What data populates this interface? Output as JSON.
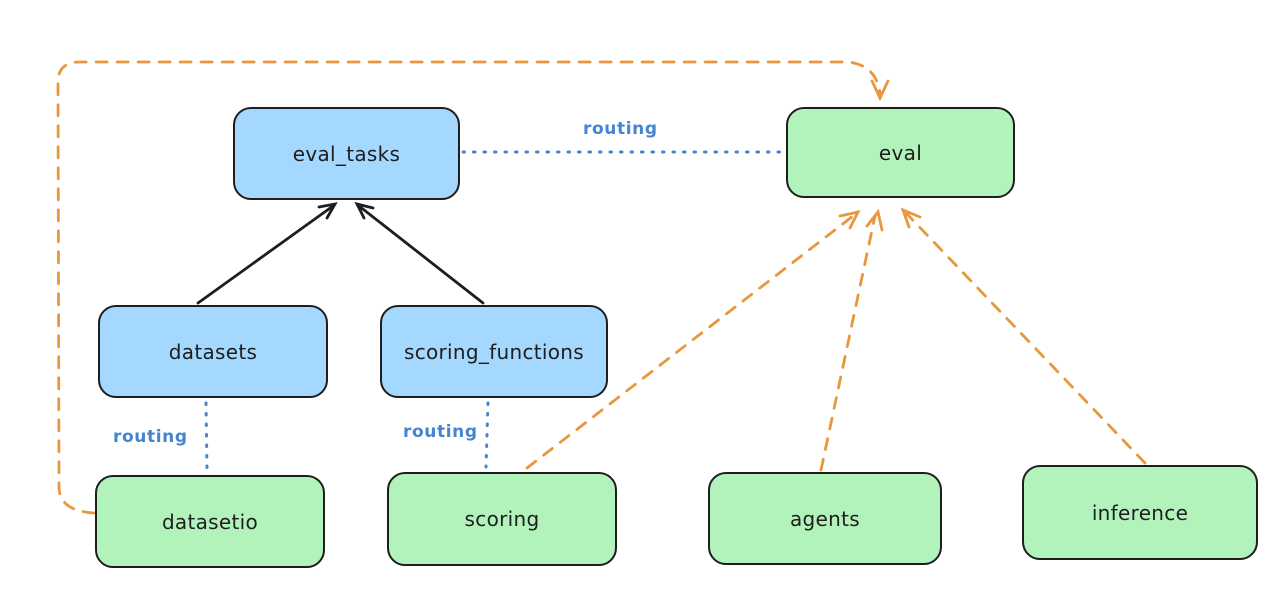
{
  "diagram": {
    "nodes": {
      "eval_tasks": {
        "label": "eval_tasks",
        "fill": "#a5d8ff"
      },
      "eval": {
        "label": "eval",
        "fill": "#b2f2bb"
      },
      "datasets": {
        "label": "datasets",
        "fill": "#a5d8ff"
      },
      "scoring_functions": {
        "label": "scoring_functions",
        "fill": "#a5d8ff"
      },
      "datasetio": {
        "label": "datasetio",
        "fill": "#b2f2bb"
      },
      "scoring": {
        "label": "scoring",
        "fill": "#b2f2bb"
      },
      "agents": {
        "label": "agents",
        "fill": "#b2f2bb"
      },
      "inference": {
        "label": "inference",
        "fill": "#b2f2bb"
      }
    },
    "edge_labels": {
      "eval_tasks_to_eval": "routing",
      "datasets_to_datasetio": "routing",
      "scoring_functions_to_scoring": "routing"
    },
    "colors": {
      "blue_fill": "#a5d8ff",
      "green_fill": "#b2f2bb",
      "stroke": "#1e1e1e",
      "orange_dashed": "#e8973c",
      "routing_blue": "#4584d1",
      "background": "#ffffff"
    }
  }
}
